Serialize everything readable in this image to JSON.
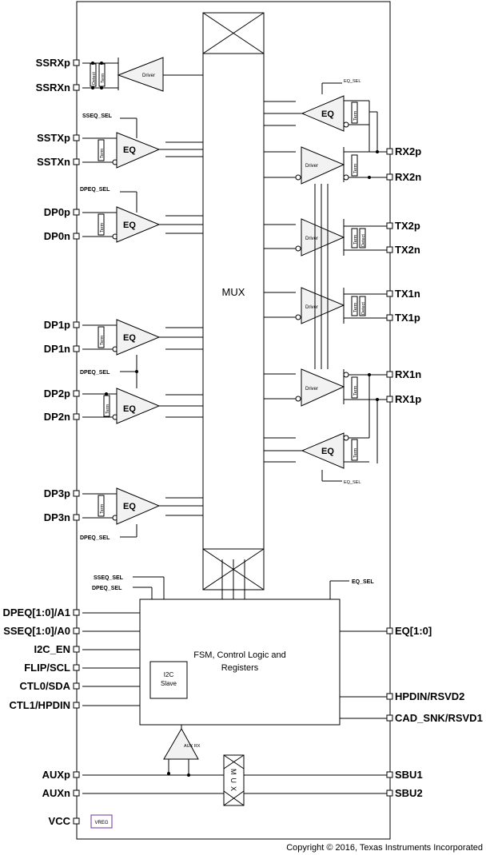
{
  "pins_left": {
    "ssrxp": "SSRXp",
    "ssrxn": "SSRXn",
    "sstxp": "SSTXp",
    "sstxn": "SSTXn",
    "dp0p": "DP0p",
    "dp0n": "DP0n",
    "dp1p": "DP1p",
    "dp1n": "DP1n",
    "dp2p": "DP2p",
    "dp2n": "DP2n",
    "dp3p": "DP3p",
    "dp3n": "DP3n",
    "dpeq": "DPEQ[1:0]/A1",
    "sseq": "SSEQ[1:0]/A0",
    "i2c_en": "I2C_EN",
    "flip": "FLIP/SCL",
    "ctl0": "CTL0/SDA",
    "ctl1": "CTL1/HPDIN",
    "auxp": "AUXp",
    "auxn": "AUXn",
    "vcc": "VCC"
  },
  "pins_right": {
    "rx2p": "RX2p",
    "rx2n": "RX2n",
    "tx2p": "TX2p",
    "tx2n": "TX2n",
    "tx1n": "TX1n",
    "tx1p": "TX1p",
    "rx1n": "RX1n",
    "rx1p": "RX1p",
    "eq": "EQ[1:0]",
    "hpdin": "HPDIN/RSVD2",
    "cad": "CAD_SNK/RSVD1",
    "sbu1": "SBU1",
    "sbu2": "SBU2"
  },
  "blocks": {
    "mux": "MUX",
    "fsm_line1": "FSM, Control Logic and",
    "fsm_line2": "Registers",
    "i2c_line1": "I2C",
    "i2c_line2": "Slave",
    "vreg": "VREG",
    "aux_rx": "AUX RX",
    "sbu_mux": "MUX"
  },
  "labels": {
    "eq": "EQ",
    "driver": "Driver",
    "term": "Term",
    "detect": "Detect",
    "sseq_sel": "SSEQ_SEL",
    "dpeq_sel": "DPEQ_SEL",
    "eq_sel": "EQ_SEL"
  },
  "footer": "Copyright © 2016, Texas Instruments Incorporated"
}
